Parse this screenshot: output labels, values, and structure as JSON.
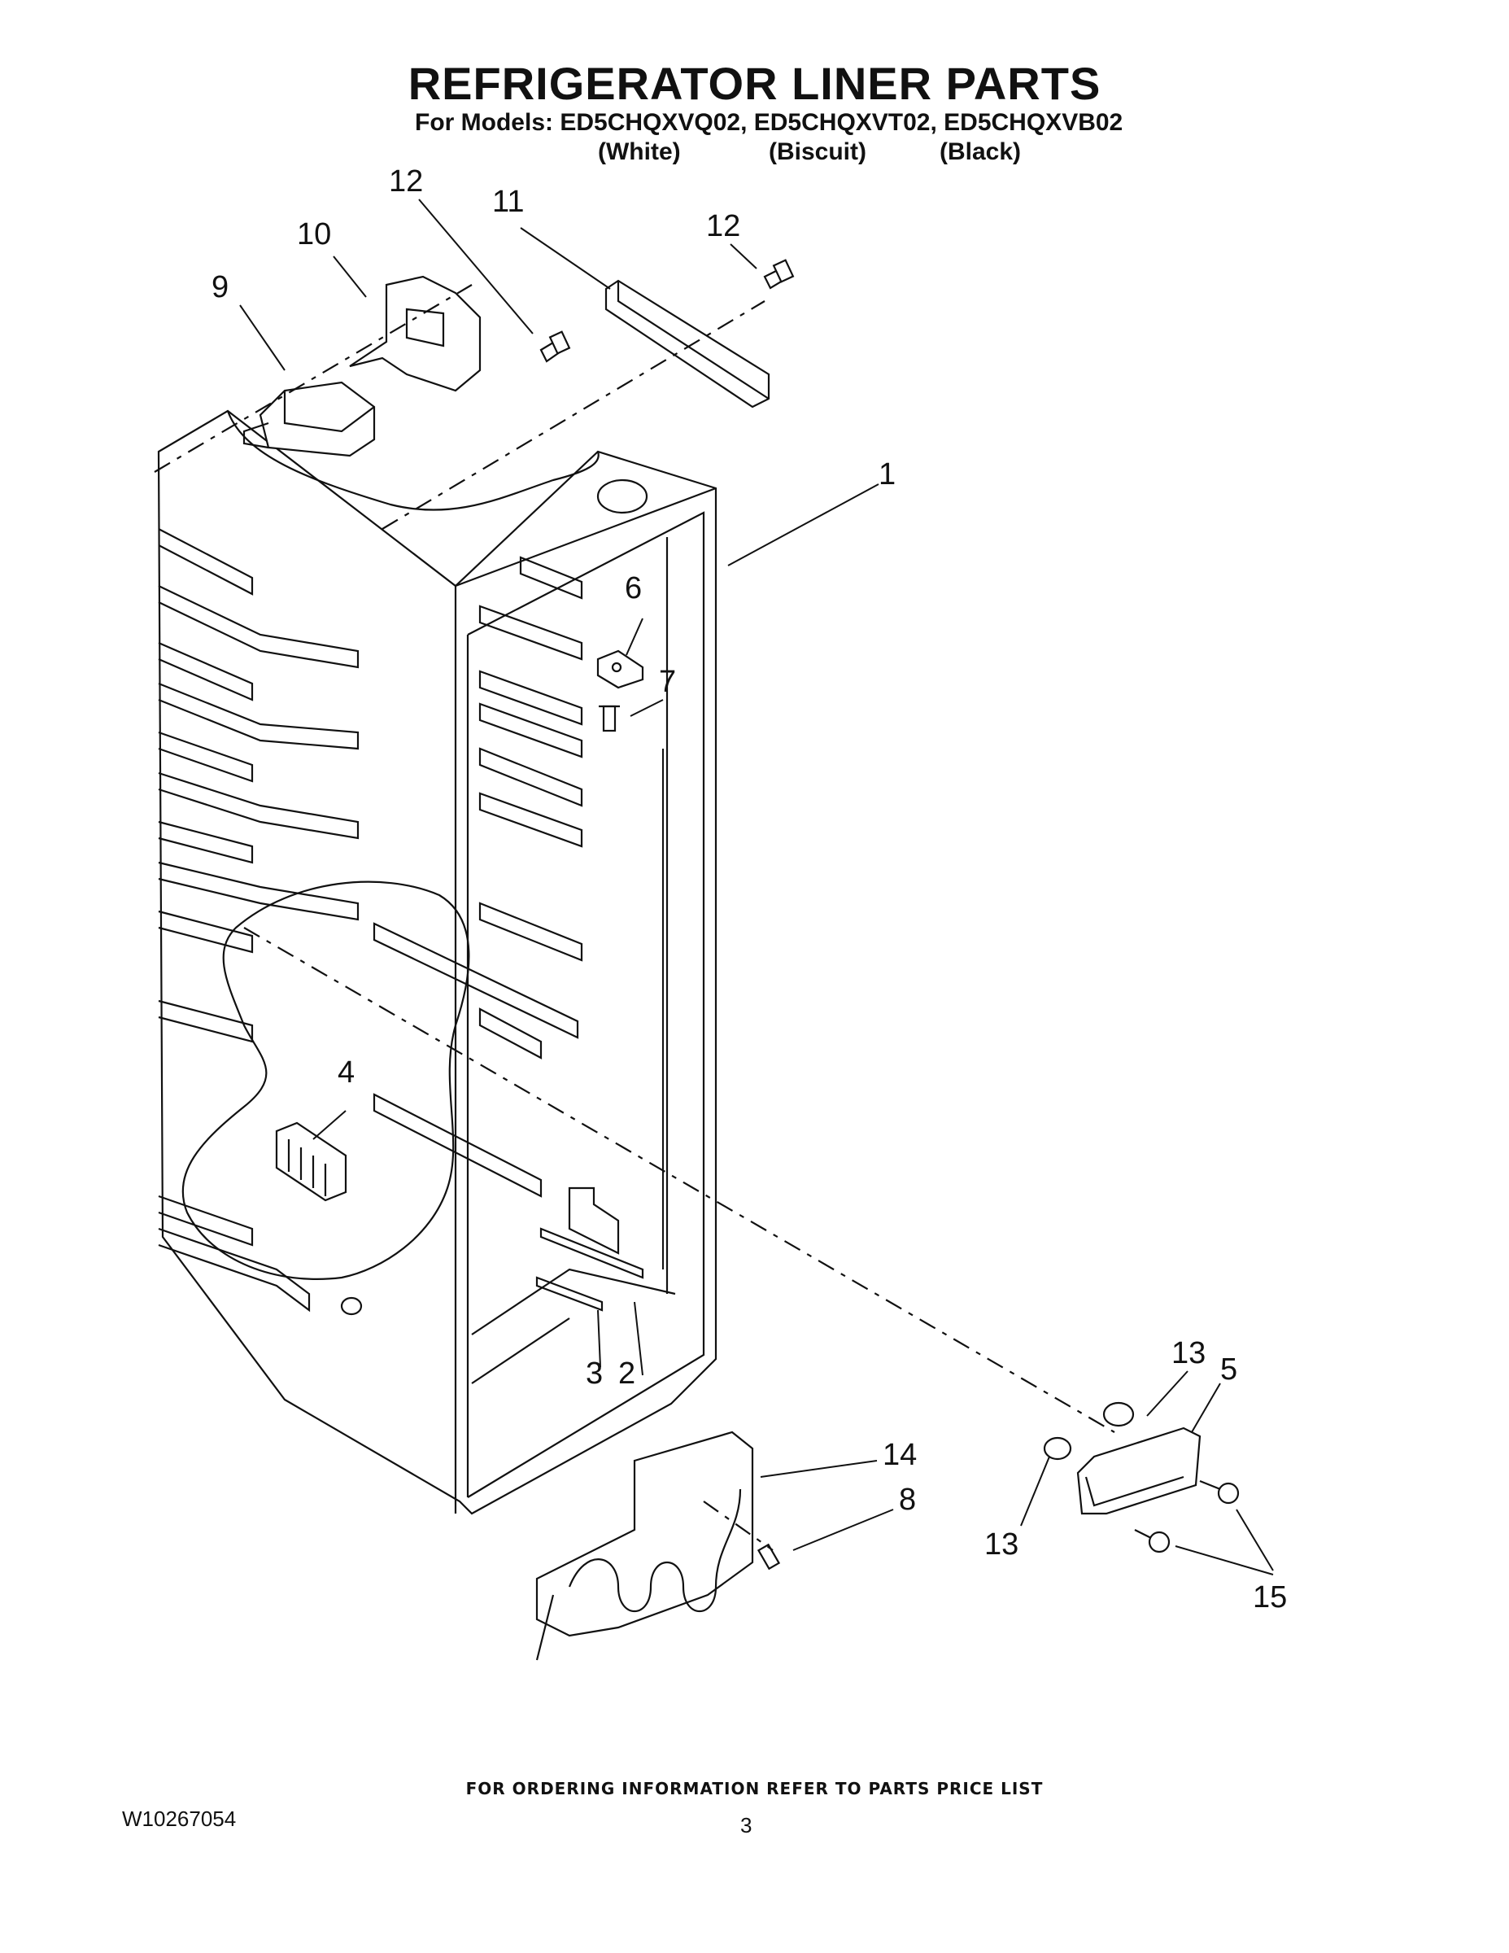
{
  "header": {
    "title": "REFRIGERATOR LINER PARTS",
    "models_line": "For Models: ED5CHQXVQ02, ED5CHQXVT02, ED5CHQXVB02",
    "colors": [
      "(White)",
      "(Biscuit)",
      "(Black)"
    ]
  },
  "callouts": {
    "c1": "1",
    "c2": "2",
    "c3": "3",
    "c4": "4",
    "c5": "5",
    "c6": "6",
    "c7": "7",
    "c8": "8",
    "c9": "9",
    "c10": "10",
    "c11": "11",
    "c12a": "12",
    "c12b": "12",
    "c13a": "13",
    "c13b": "13",
    "c14": "14",
    "c15": "15"
  },
  "footer": {
    "ordering_note": "FOR ORDERING INFORMATION REFER TO PARTS PRICE LIST",
    "document_number": "W10267054",
    "page_number": "3"
  }
}
